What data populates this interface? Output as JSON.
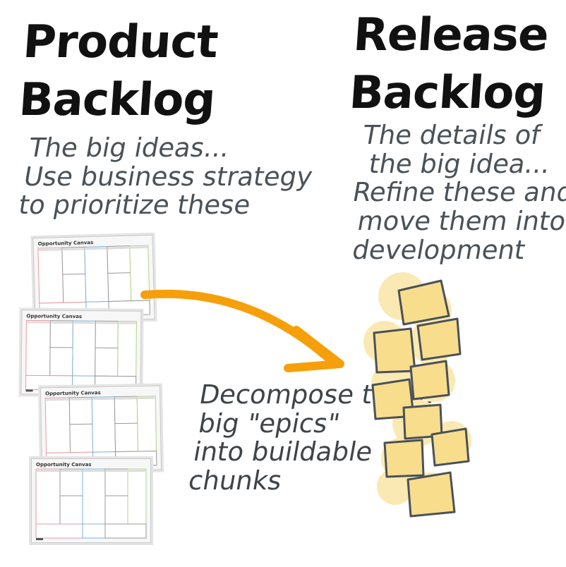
{
  "product_backlog": {
    "title": [
      "Product",
      "Backlog"
    ],
    "note": [
      "The big ideas...",
      "Use business strategy",
      "to prioritize these"
    ]
  },
  "release_backlog": {
    "title": [
      "Release",
      "Backlog"
    ],
    "note": [
      "The details of",
      "the big idea...",
      "Refine these and",
      "move them into",
      "development"
    ]
  },
  "decompose_note": [
    "Decompose those",
    "big \"epics\"",
    "into buildable",
    "chunks"
  ],
  "canvas_title": "Opportunity Canvas",
  "colors": {
    "arrow": "#f5a00a",
    "sticky_fill": "#f8dd8c",
    "sticky_blob": "#fbe9b3",
    "sticky_stroke": "#4a5258",
    "ink": "#111111",
    "pencil": "#4a5258"
  }
}
